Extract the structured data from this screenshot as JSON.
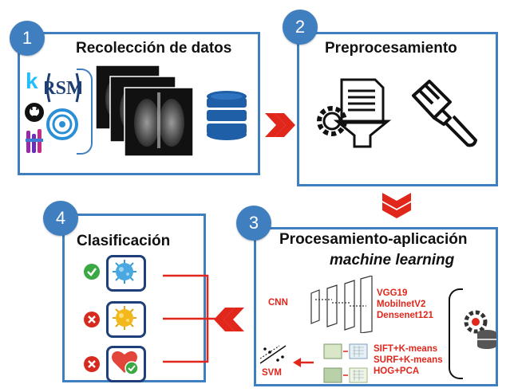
{
  "steps": [
    {
      "number": "1",
      "title": "Recolección de datos"
    },
    {
      "number": "2",
      "title": "Preprocesamiento"
    },
    {
      "number": "3",
      "title_line1": "Procesamiento-aplicación",
      "title_line2": "machine learning"
    },
    {
      "number": "4",
      "title": "Clasificación"
    }
  ],
  "source_icons": [
    "kaggle-k-logo",
    "rsna-logo",
    "github-logo",
    "nih-logo",
    "mendeley-logo"
  ],
  "step3": {
    "cnn_label": "CNN",
    "cnn_models": [
      "VGG19",
      "MobilnetV2",
      "Densenet121"
    ],
    "svm_label": "SVM",
    "svm_methods": [
      "SIFT+K-means",
      "SURF+K-means",
      "HOG+PCA"
    ]
  },
  "step4_results": [
    {
      "status": "check",
      "image": "virus-blue-icon"
    },
    {
      "status": "cross",
      "image": "virus-yellow-icon"
    },
    {
      "status": "cross",
      "image": "healthy-heart-icon"
    }
  ],
  "colors": {
    "panel_border": "#3f7fbf",
    "arrow": "#e1261c",
    "check": "#3aa843",
    "cross": "#d62a1e"
  }
}
